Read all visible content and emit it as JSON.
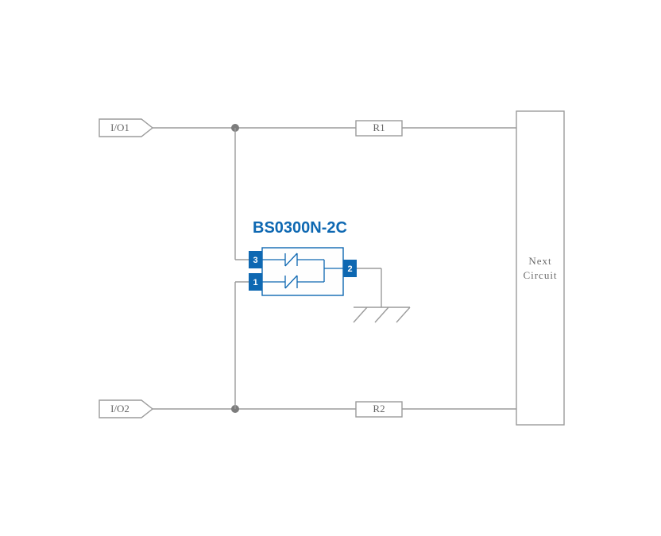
{
  "diagram": {
    "part_number": "BS0300N-2C",
    "io1_label": "I/O1",
    "io2_label": "I/O2",
    "r1_label": "R1",
    "r2_label": "R2",
    "next_circuit": {
      "line1": "Next",
      "line2": "Circuit"
    },
    "pins": {
      "pin1": "1",
      "pin2": "2",
      "pin3": "3"
    },
    "colors": {
      "accent_blue": "#0e68b2",
      "wire_gray": "#9b9b9b",
      "label_gray": "#666666",
      "junction_gray": "#7c7c7c"
    }
  }
}
